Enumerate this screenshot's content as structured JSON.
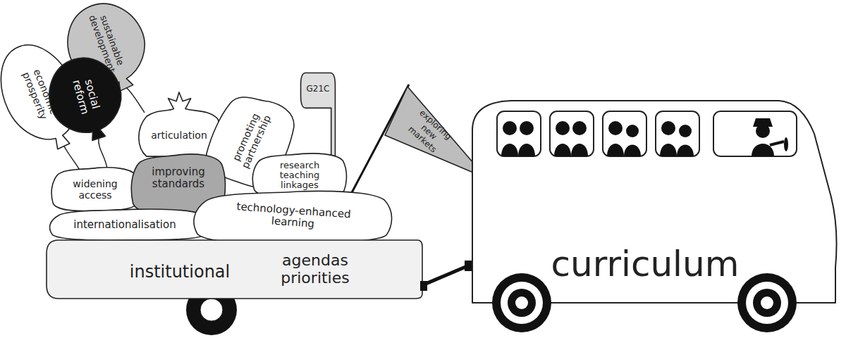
{
  "diagram": {
    "nodes": [
      {
        "text": [
          "sustainable development"
        ]
      },
      {
        "text": [
          "economic prosperity"
        ]
      },
      {
        "text": [
          "social reform"
        ]
      },
      {
        "text": [
          "G21C"
        ]
      },
      {
        "text": [
          "articulation"
        ]
      },
      {
        "text": [
          "promoting partnership"
        ]
      },
      {
        "text": [
          "exploring new markets"
        ]
      },
      {
        "text": [
          "improving standards"
        ]
      },
      {
        "text": [
          "research teaching linkages"
        ]
      },
      {
        "text": [
          "widening access"
        ]
      },
      {
        "text": [
          "technology-enhanced learning"
        ]
      },
      {
        "text": [
          "internationalisation"
        ]
      },
      {
        "text": [
          "institutional",
          "agendas priorities"
        ]
      },
      {
        "text": [
          "curriculum"
        ]
      }
    ],
    "edges": [
      {
        "from": 12,
        "to": 13,
        "arrow": "none"
      }
    ]
  }
}
